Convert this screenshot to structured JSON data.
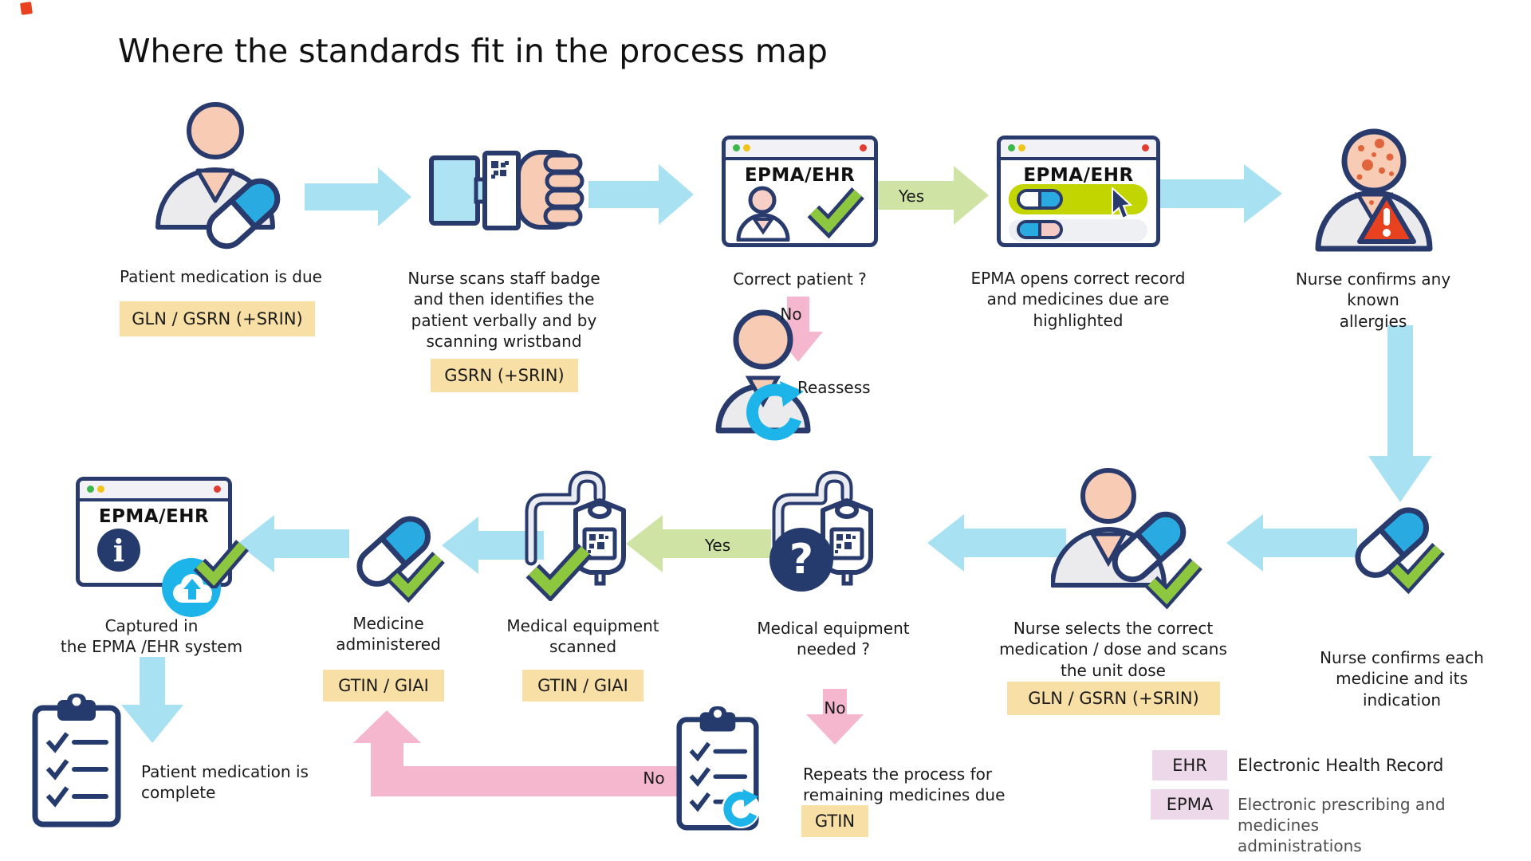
{
  "title": "Where the standards fit in the process map",
  "nodes": {
    "patient_due": {
      "label": "Patient medication is due",
      "standard": "GLN / GSRN (+SRIN)"
    },
    "scan_badge": {
      "label": "Nurse scans staff badge\nand then identifies the\npatient verbally and by\nscanning wristband",
      "standard": "GSRN (+SRIN)"
    },
    "correct_patient": {
      "window_title": "EPMA/EHR",
      "label": "Correct patient ?"
    },
    "reassess": {
      "label": "Reassess"
    },
    "record_highlighted": {
      "window_title": "EPMA/EHR",
      "label": "EPMA opens correct record\nand medicines due are\nhighlighted"
    },
    "allergies": {
      "label": "Nurse confirms any known\nallergies"
    },
    "confirm_each_medicine": {
      "label": "Nurse confirms each\nmedicine and its indication"
    },
    "select_medication": {
      "label": "Nurse selects the correct\nmedication / dose and scans\nthe unit dose",
      "standard": "GLN / GSRN (+SRIN)"
    },
    "equipment_needed": {
      "label": "Medical equipment\nneeded ?"
    },
    "equipment_scanned": {
      "label": "Medical equipment\nscanned",
      "standard": "GTIN / GIAI"
    },
    "medicine_administered": {
      "label": "Medicine\nadministered",
      "standard": "GTIN / GIAI"
    },
    "captured": {
      "window_title": "EPMA/EHR",
      "label": "Captured in\nthe EPMA /EHR system"
    },
    "medication_complete": {
      "label": "Patient medication is\ncomplete"
    },
    "repeat_process": {
      "label": "Repeats the process for\nremaining medicines due",
      "standard": "GTIN"
    }
  },
  "decisions": {
    "correct_patient_yes": "Yes",
    "correct_patient_no": "No",
    "equipment_yes": "Yes",
    "equipment_no": "No",
    "repeat_no": "No"
  },
  "icons": {
    "question_mark": "?",
    "info": "i"
  },
  "legend": {
    "items": [
      {
        "abbr": "EHR",
        "meaning": "Electronic Health Record"
      },
      {
        "abbr": "EPMA",
        "meaning": "Electronic prescribing and medicines\nadministrations"
      }
    ]
  },
  "colors": {
    "outline_navy": "#293a6d",
    "arrow_blue": "#a8e2f2",
    "arrow_green": "#cfe3a5",
    "arrow_pink": "#f4b7cd",
    "standard_badge_bg": "#f7dfa5",
    "legend_badge_bg": "#edd8ea",
    "check_green": "#8dc63f",
    "pill_cyan": "#29abe2",
    "alert_red": "#e8411f",
    "highlight_lime": "#c2d500",
    "skin": "#f7cbb4",
    "refresh_cyan": "#1cb4e9"
  }
}
